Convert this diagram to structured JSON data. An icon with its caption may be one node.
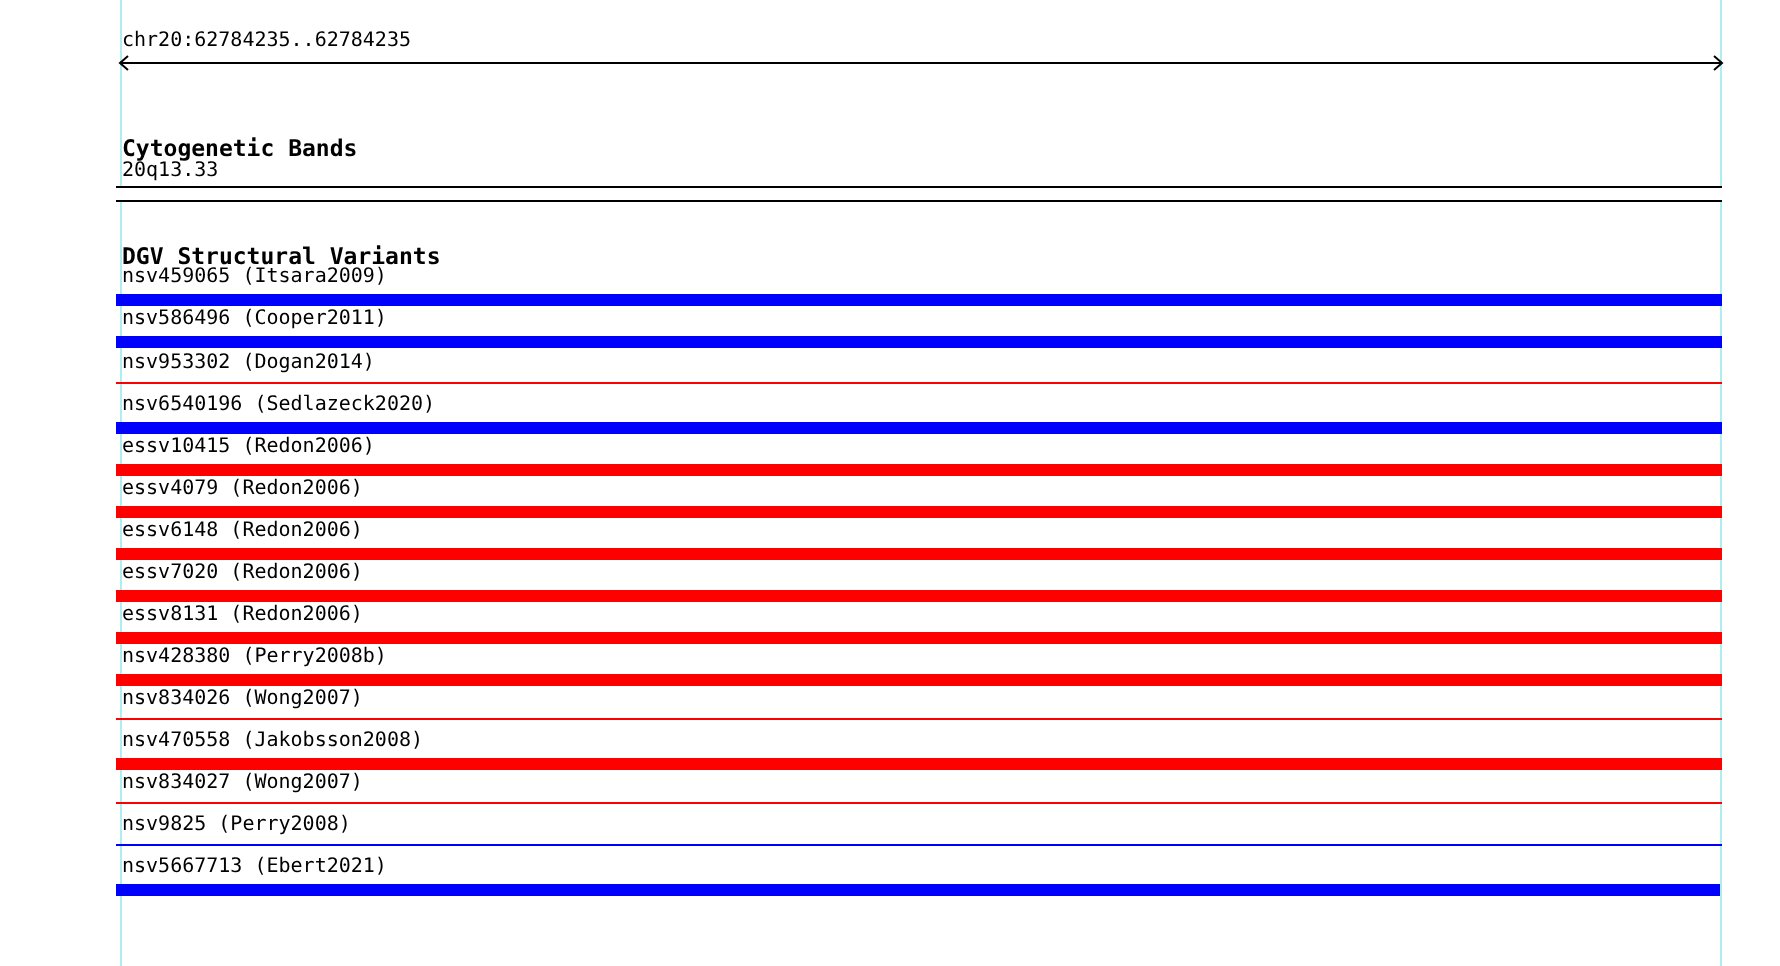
{
  "diagram": {
    "nodes": [
      {
        "text": [
          "20q13.33"
        ]
      },
      {
        "text": [
          "nsv459065 (Itsara2009)"
        ]
      },
      {
        "text": [
          "nsv586496 (Cooper2011)"
        ]
      },
      {
        "text": [
          "nsv953302 (Dogan2014)"
        ]
      },
      {
        "text": [
          "nsv6540196 (Sedlazeck2020)"
        ]
      },
      {
        "text": [
          "essv10415 (Redon2006)"
        ]
      },
      {
        "text": [
          "essv4079 (Redon2006)"
        ]
      },
      {
        "text": [
          "essv6148 (Redon2006)"
        ]
      },
      {
        "text": [
          "essv7020 (Redon2006)"
        ]
      },
      {
        "text": [
          "essv8131 (Redon2006)"
        ]
      },
      {
        "text": [
          "nsv428380 (Perry2008b)"
        ]
      },
      {
        "text": [
          "nsv834026 (Wong2007)"
        ]
      },
      {
        "text": [
          "nsv470558 (Jakobsson2008)"
        ]
      },
      {
        "text": [
          "nsv834027 (Wong2007)"
        ]
      },
      {
        "text": [
          "nsv9825 (Perry2008)"
        ]
      },
      {
        "text": [
          "nsv5667713 (Ebert2021)"
        ]
      }
    ],
    "labels": [
      "chr20:62784235..62784235",
      "Cytogenetic Bands",
      "DGV Structural Variants"
    ]
  }
}
